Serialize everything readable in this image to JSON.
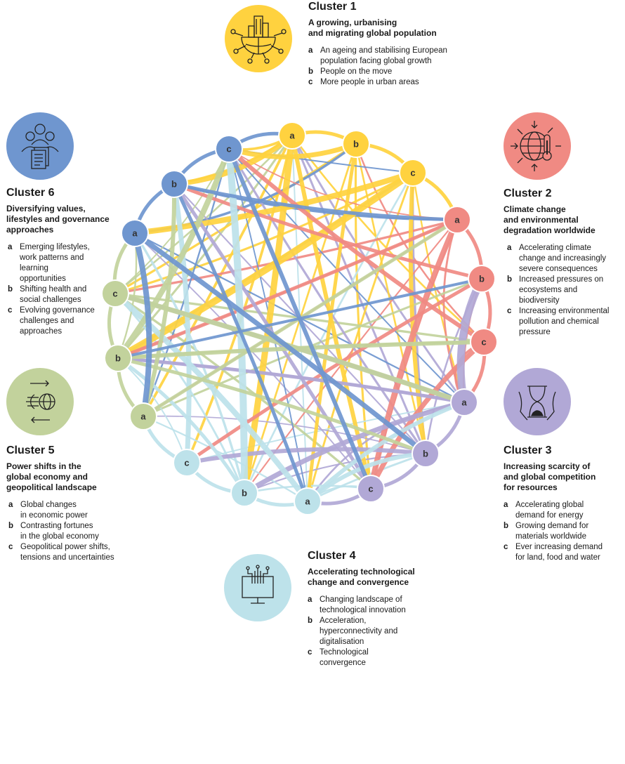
{
  "clusters": [
    {
      "id": 1,
      "title": "Cluster 1",
      "subtitle": "A growing, urbanising\nand migrating global population",
      "color": "#FFD23F",
      "icon": "city-globe-icon",
      "items": [
        {
          "letter": "a",
          "text": "An ageing and stabilising European\npopulation facing global growth"
        },
        {
          "letter": "b",
          "text": "People on the move"
        },
        {
          "letter": "c",
          "text": "More people in urban areas"
        }
      ]
    },
    {
      "id": 2,
      "title": "Cluster 2",
      "subtitle": "Climate change\nand environmental\ndegradation worldwide",
      "color": "#F08A83",
      "icon": "thermometer-globe-icon",
      "items": [
        {
          "letter": "a",
          "text": "Accelerating climate\nchange and increasingly\nsevere consequences"
        },
        {
          "letter": "b",
          "text": "Increased pressures on\necosystems and\nbiodiversity"
        },
        {
          "letter": "c",
          "text": "Increasing environmental\npollution and chemical\npressure"
        }
      ]
    },
    {
      "id": 3,
      "title": "Cluster 3",
      "subtitle": "Increasing scarcity of\nand global competition\nfor resources",
      "color": "#B1A8D6",
      "icon": "hourglass-icon",
      "items": [
        {
          "letter": "a",
          "text": "Accelerating global\ndemand for energy"
        },
        {
          "letter": "b",
          "text": "Growing demand for\nmaterials worldwide"
        },
        {
          "letter": "c",
          "text": "Ever increasing demand\nfor land, food and water"
        }
      ]
    },
    {
      "id": 4,
      "title": "Cluster 4",
      "subtitle": "Accelerating technological\nchange and convergence",
      "color": "#BDE2EA",
      "icon": "computer-icon",
      "items": [
        {
          "letter": "a",
          "text": "Changing landscape of\ntechnological innovation"
        },
        {
          "letter": "b",
          "text": "Acceleration,\nhyperconnectivity and\ndigitalisation"
        },
        {
          "letter": "c",
          "text": "Technological\nconvergence"
        }
      ]
    },
    {
      "id": 5,
      "title": "Cluster 5",
      "subtitle": "Power shifts in the\nglobal economy and\ngeopolitical landscape",
      "color": "#C2D29C",
      "icon": "globe-arrows-icon",
      "items": [
        {
          "letter": "a",
          "text": "Global changes\nin economic power"
        },
        {
          "letter": "b",
          "text": "Contrasting fortunes\nin the global economy"
        },
        {
          "letter": "c",
          "text": "Geopolitical power shifts,\ntensions and uncertainties"
        }
      ]
    },
    {
      "id": 6,
      "title": "Cluster 6",
      "subtitle": "Diversifying values,\nlifestyles and governance\napproaches",
      "color": "#6F96CF",
      "icon": "people-document-icon",
      "items": [
        {
          "letter": "a",
          "text": "Emerging lifestyles,\nwork patterns and\nlearning\nopportunities"
        },
        {
          "letter": "b",
          "text": "Shifting health and\nsocial challenges"
        },
        {
          "letter": "c",
          "text": "Evolving governance\nchallenges and\napproaches"
        }
      ]
    }
  ],
  "network": {
    "node_labels": [
      "a",
      "b",
      "c"
    ],
    "link_colors": {
      "1": "#FFD23F",
      "2": "#F08A83",
      "3": "#B1A8D6",
      "4": "#BDE2EA",
      "5": "#C2D29C",
      "6": "#6F96CF"
    }
  }
}
